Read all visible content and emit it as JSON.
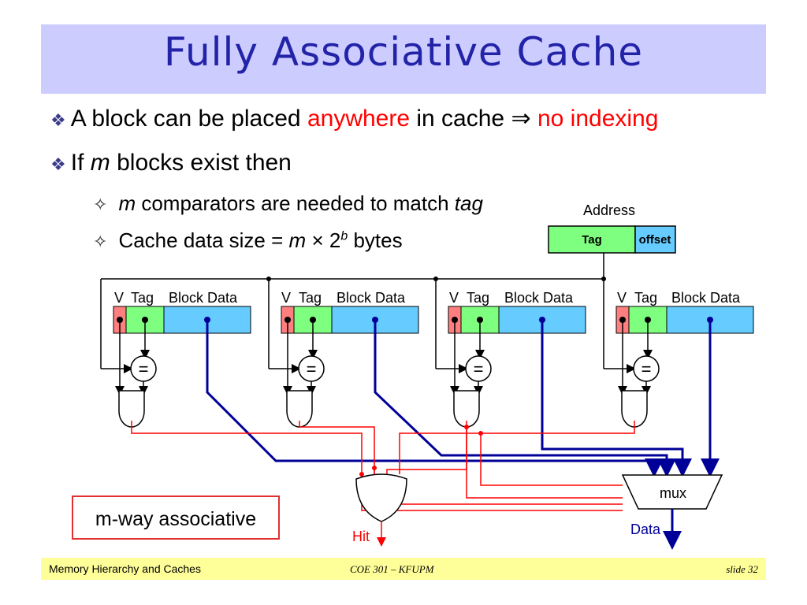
{
  "slide": {
    "title": "Fully Associative Cache",
    "bullet1": {
      "text1": "A block can be placed",
      "highlight1": "anywhere",
      "text2": "in cache",
      "implies": "⇒",
      "highlight2": "no indexing"
    },
    "bullet2": {
      "text1": "If",
      "var": "m",
      "text2": "blocks exist then"
    },
    "sub1": {
      "var": "m",
      "text": "comparators are needed to match",
      "tag": "tag"
    },
    "sub2": {
      "text": "Cache data size =",
      "var": "m",
      "times": "×",
      "base": "2",
      "exp": "b",
      "unit": "bytes"
    },
    "colors": {
      "title_bg": "#ccccff",
      "title_text": "#2323a8",
      "highlight": "#ff0000",
      "footer_bg": "#ffff99"
    }
  },
  "diagram": {
    "address_label": "Address",
    "tag_field": "Tag",
    "offset_field": "offset",
    "block_headers": [
      {
        "v": "V",
        "tag": "Tag",
        "data": "Block Data"
      },
      {
        "v": "V",
        "tag": "Tag",
        "data": "Block Data"
      },
      {
        "v": "V",
        "tag": "Tag",
        "data": "Block Data"
      },
      {
        "v": "V",
        "tag": "Tag",
        "data": "Block Data"
      }
    ],
    "comparator_symbol": "=",
    "mux_label": "mux",
    "hit_label": "Hit",
    "data_label": "Data",
    "assoc_label": "m-way associative",
    "colors": {
      "valid": "#ff7f7f",
      "tag": "#7fff7f",
      "data": "#66ccff",
      "red_wire": "#ff0000",
      "blue_wire": "#000099"
    }
  },
  "footer": {
    "left": "Memory Hierarchy and Caches",
    "center": "COE 301 – KFUPM",
    "right": "slide 32"
  }
}
